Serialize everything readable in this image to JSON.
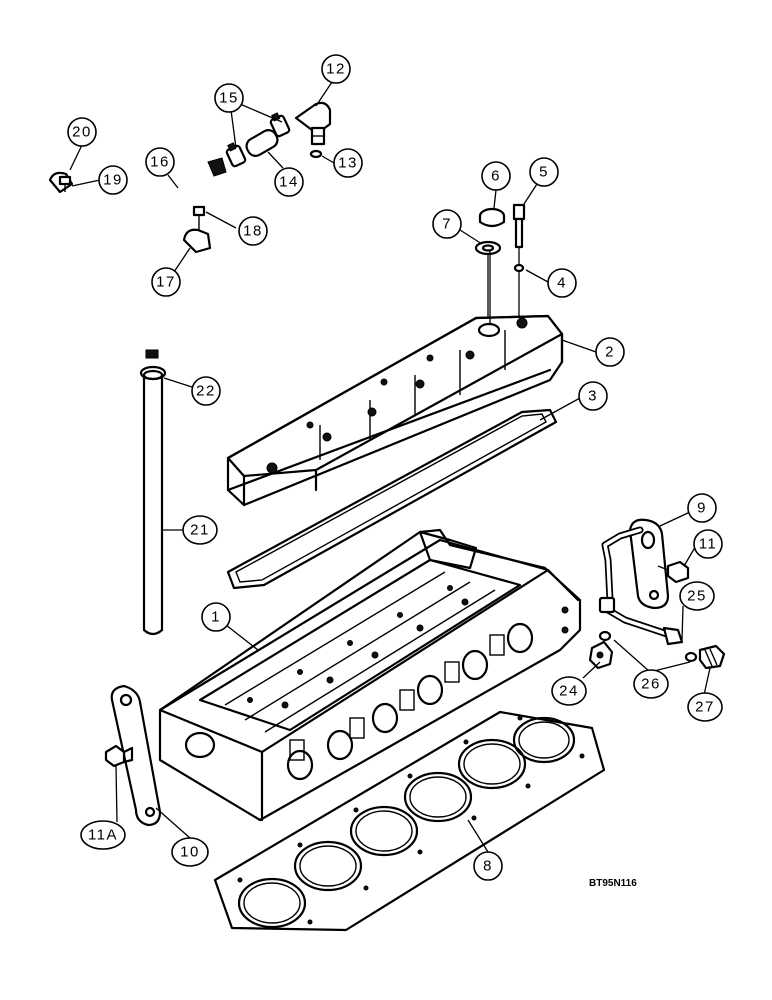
{
  "drawing_ref": "BT95N116",
  "callouts": [
    {
      "id": "c1",
      "label": "1"
    },
    {
      "id": "c2",
      "label": "2"
    },
    {
      "id": "c3",
      "label": "3"
    },
    {
      "id": "c4",
      "label": "4"
    },
    {
      "id": "c5",
      "label": "5"
    },
    {
      "id": "c6",
      "label": "6"
    },
    {
      "id": "c7",
      "label": "7"
    },
    {
      "id": "c8",
      "label": "8"
    },
    {
      "id": "c9",
      "label": "9"
    },
    {
      "id": "c10",
      "label": "10"
    },
    {
      "id": "c11",
      "label": "11"
    },
    {
      "id": "c11a",
      "label": "11A"
    },
    {
      "id": "c12",
      "label": "12"
    },
    {
      "id": "c13",
      "label": "13"
    },
    {
      "id": "c14",
      "label": "14"
    },
    {
      "id": "c15",
      "label": "15"
    },
    {
      "id": "c16",
      "label": "16"
    },
    {
      "id": "c17",
      "label": "17"
    },
    {
      "id": "c18",
      "label": "18"
    },
    {
      "id": "c19",
      "label": "19"
    },
    {
      "id": "c20",
      "label": "20"
    },
    {
      "id": "c21",
      "label": "21"
    },
    {
      "id": "c22",
      "label": "22"
    },
    {
      "id": "c24",
      "label": "24"
    },
    {
      "id": "c25",
      "label": "25"
    },
    {
      "id": "c26",
      "label": "26"
    },
    {
      "id": "c27",
      "label": "27"
    }
  ]
}
